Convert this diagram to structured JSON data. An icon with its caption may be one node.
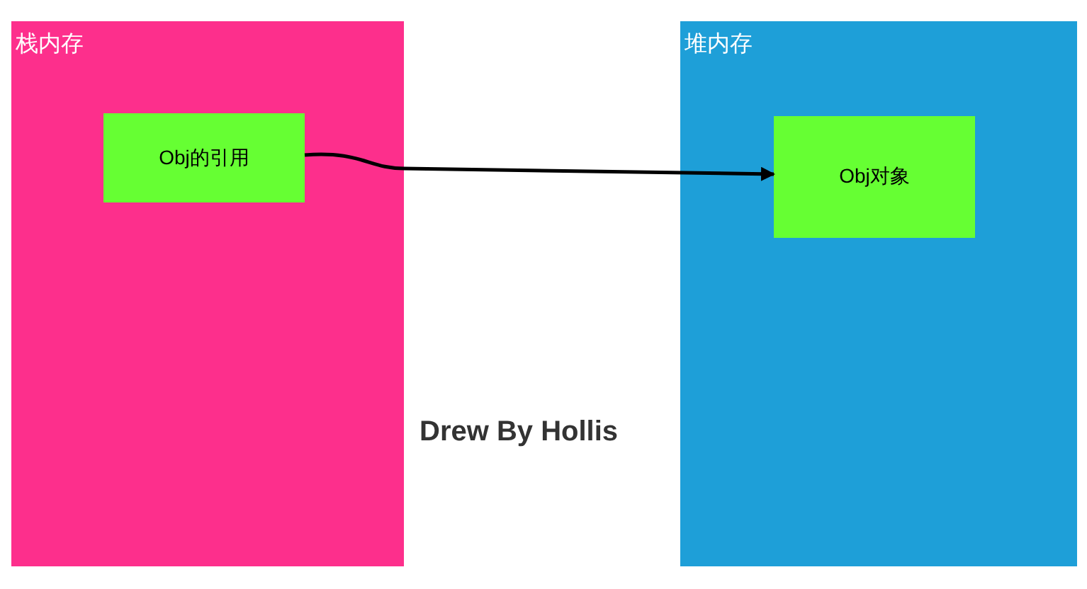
{
  "diagram": {
    "nodes": [
      {
        "text": [
          "栈内存"
        ]
      },
      {
        "text": [
          "Obj的引用"
        ],
        "in": 0
      },
      {
        "text": [
          "堆内存"
        ]
      },
      {
        "text": [
          "Obj对象"
        ],
        "in": 2
      }
    ],
    "edges": [
      {
        "from": 1,
        "to": 3,
        "arrow": "to"
      }
    ],
    "labels": [
      "Drew By Hollis"
    ]
  }
}
